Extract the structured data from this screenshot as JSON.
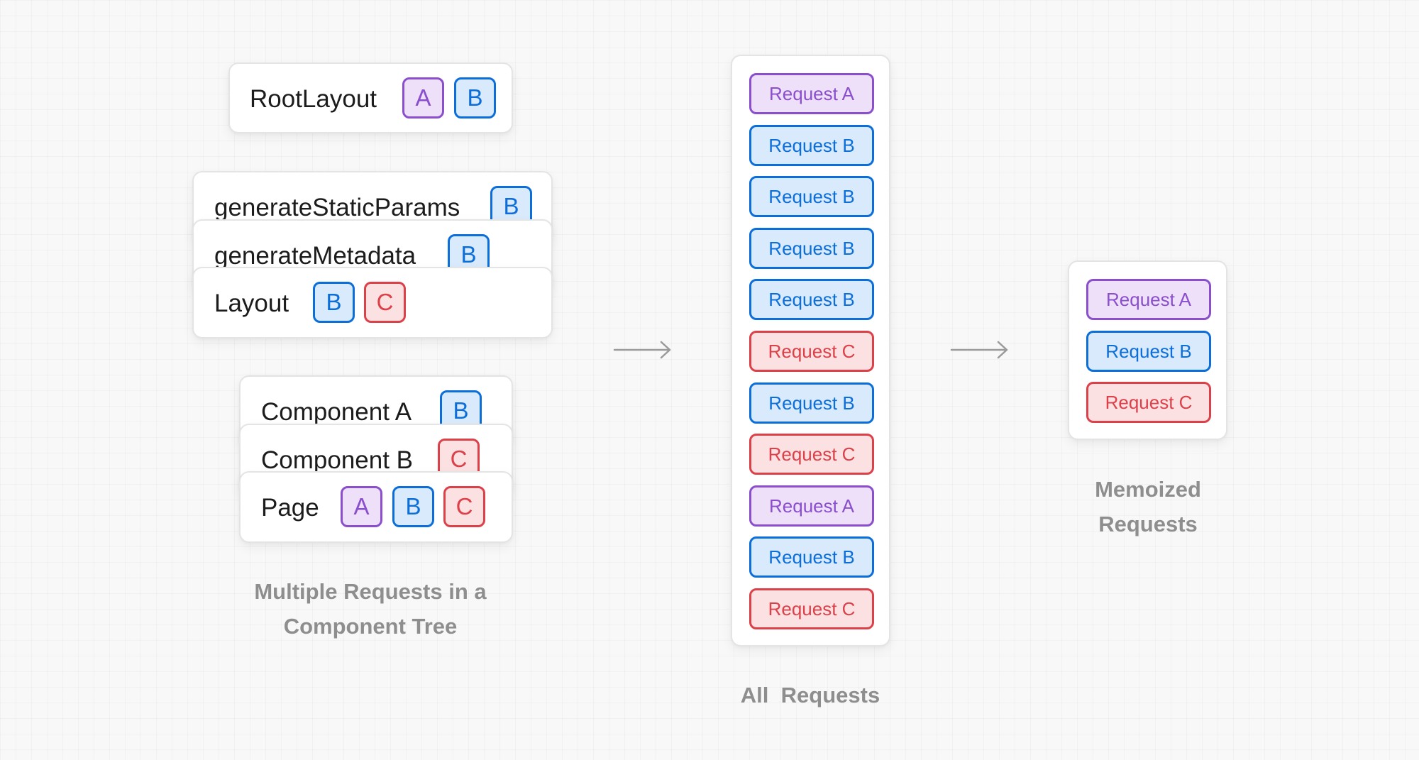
{
  "tree": {
    "root_layout": {
      "label": "RootLayout",
      "badges": [
        "A",
        "B"
      ]
    },
    "layout_stack": {
      "generate_static_params": {
        "label": "generateStaticParams",
        "badges": [
          "B"
        ]
      },
      "generate_metadata": {
        "label": "generateMetadata",
        "badges": [
          "B"
        ]
      },
      "layout": {
        "label": "Layout",
        "badges": [
          "B",
          "C"
        ]
      }
    },
    "component_stack": {
      "component_a": {
        "label": "Component A",
        "badges": [
          "B"
        ]
      },
      "component_b": {
        "label": "Component B",
        "badges": [
          "C"
        ]
      },
      "page": {
        "label": "Page",
        "badges": [
          "A",
          "B",
          "C"
        ]
      }
    },
    "caption_line1": "Multiple Requests in a",
    "caption_line2": "Component Tree"
  },
  "all_requests": {
    "items": [
      "Request A",
      "Request B",
      "Request B",
      "Request B",
      "Request B",
      "Request C",
      "Request B",
      "Request C",
      "Request A",
      "Request B",
      "Request C"
    ],
    "caption": "All  Requests"
  },
  "memoized": {
    "items": [
      "Request A",
      "Request B",
      "Request C"
    ],
    "caption_line1": "Memoized",
    "caption_line2": "Requests"
  },
  "colors": {
    "A": "#8b4fcd",
    "B": "#0c6ed9",
    "C": "#dc4049",
    "caption": "#8e8e8e",
    "arrow": "#9a9a9a"
  }
}
